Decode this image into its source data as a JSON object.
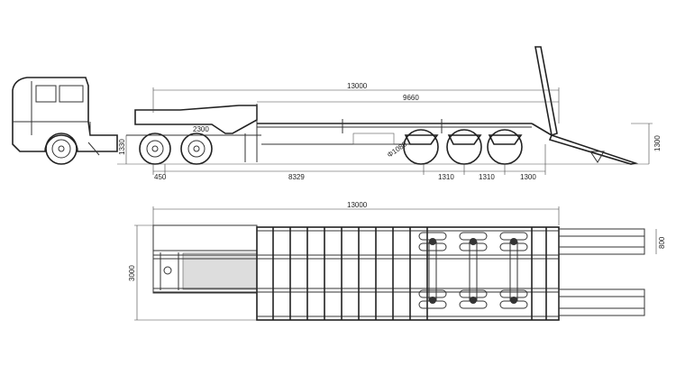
{
  "side_view": {
    "overall_length": "13000",
    "deck_length": "9660",
    "gooseneck_height": "1330",
    "tractor_axle_spacing": "2300",
    "front_overhang": "450",
    "kingpin_to_axle": "8329",
    "axle_spacing_1": "1310",
    "axle_spacing_2": "1310",
    "rear_overhang": "1300",
    "ramp_height": "1300",
    "wheel_diameter": "Φ1080"
  },
  "top_view": {
    "overall_length": "13000",
    "width": "3000",
    "ramp_width": "800"
  },
  "colors": {
    "line": "#333333",
    "background": "#ffffff"
  }
}
